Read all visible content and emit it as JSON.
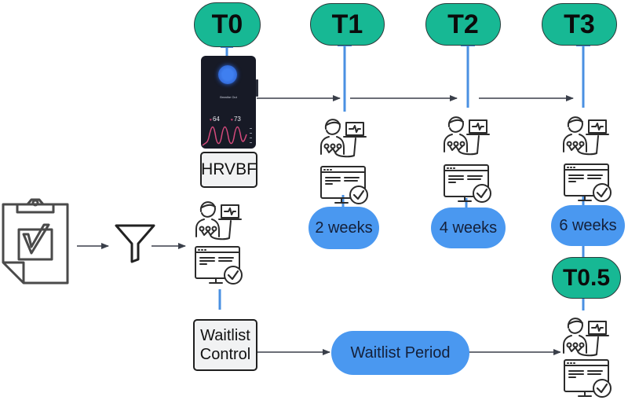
{
  "timepoints": {
    "t0": "T0",
    "t1": "T1",
    "t2": "T2",
    "t3": "T3",
    "t05": "T0.5"
  },
  "intervals": {
    "w2": "2 weeks",
    "w4": "4 weeks",
    "w6": "6 weeks",
    "waitlist": "Waitlist Period"
  },
  "groups": {
    "intervention": "HRVBF",
    "control_line1": "Waitlist",
    "control_line2": "Control"
  },
  "watch": {
    "label": "Breathe Out",
    "hr_left": "64",
    "hr_right": "73"
  },
  "colors": {
    "timepoint": "#17b894",
    "interval": "#4a98f0",
    "connector": "#4a90e2",
    "arrow": "#3a3f4a"
  }
}
